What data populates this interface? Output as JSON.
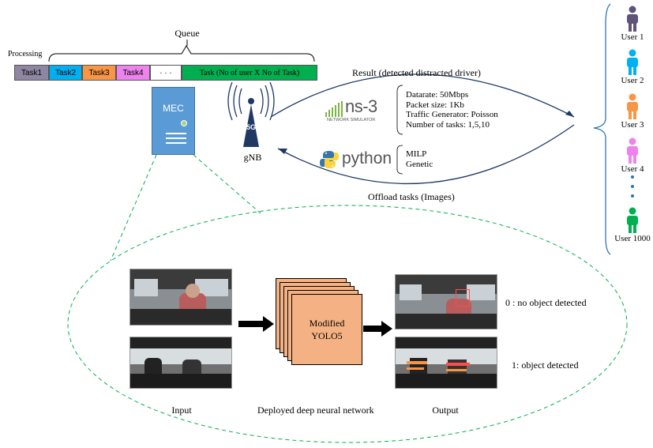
{
  "queue": {
    "title": "Queue",
    "processing_label": "Processing",
    "tasks": [
      {
        "label": "Task1",
        "color": "#8e86a3"
      },
      {
        "label": "Task2",
        "color": "#00b0f0"
      },
      {
        "label": "Task3",
        "color": "#f79646"
      },
      {
        "label": "Task4",
        "color": "#ee82ee"
      },
      {
        "label": "· · ·",
        "color": "#ffffff"
      },
      {
        "label": "Task (No of user  X  No of Task)",
        "color": "#00b050"
      }
    ]
  },
  "mec": {
    "label": "MEC"
  },
  "gnb": {
    "label": "gNB",
    "badge": "5G"
  },
  "links": {
    "result_label": "Result (detected distracted driver)",
    "offload_label": "Offload tasks (Images)"
  },
  "ns3": {
    "logo_text": "ns-3",
    "logo_subtext": "NETWORK SIMULATOR",
    "params": [
      "Datarate: 50Mbps",
      "Packet size: 1Kb",
      "Traffic Generator: Poisson",
      "Number of tasks: 1,5,10"
    ]
  },
  "python": {
    "logo_text": "python",
    "methods": [
      "MILP",
      "Genetic"
    ]
  },
  "users": [
    {
      "label": "User 1",
      "color": "#5e5478"
    },
    {
      "label": "User 2",
      "color": "#00b0f0"
    },
    {
      "label": "User 3",
      "color": "#f79646"
    },
    {
      "label": "User 4",
      "color": "#ee82ee"
    },
    {
      "label": "User 1000",
      "color": "#00b050"
    }
  ],
  "pipeline": {
    "input_label": "Input",
    "model_label": "Modified\nYOLO5",
    "network_label": "Deployed deep neural network",
    "output_label": "Output",
    "class_0": "0 : no object detected",
    "class_1": "1: object detected"
  },
  "colors": {
    "link_arrow": "#1f3864",
    "dashed": "#00b050",
    "mec": "#5b9bd5",
    "layer": "#f4b183"
  }
}
